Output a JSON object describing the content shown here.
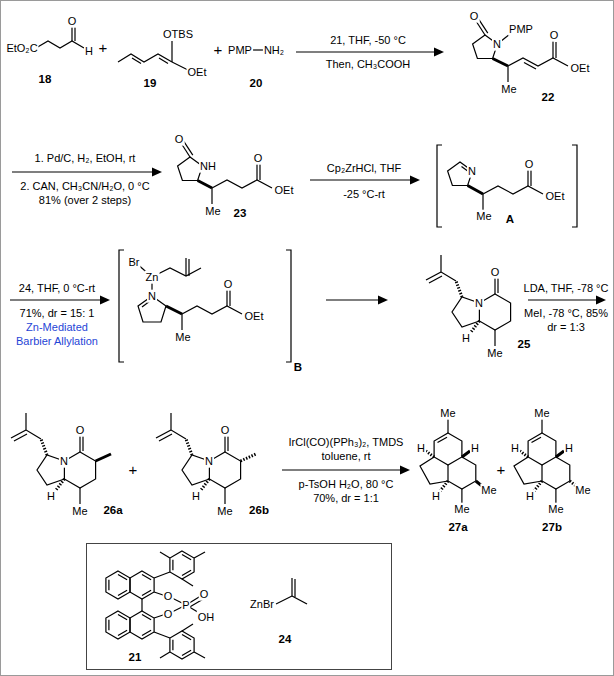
{
  "diagram": {
    "nodes": [
      {
        "text": [
          "O",
          "O",
          "P",
          "O",
          "OH",
          "21",
          "ZnBr",
          "24"
        ]
      }
    ],
    "labels": [
      "EtO₂C",
      "O",
      "H",
      "18",
      "+",
      "OTBS",
      "OEt",
      "19",
      "+",
      "PMP",
      "NH₂",
      "20",
      "21, THF, -50 °C",
      "Then, CH₃COOH",
      "O",
      "N",
      "PMP",
      "Me",
      "O",
      "OEt",
      "22",
      "1. Pd/C, H₂, EtOH, rt",
      "2. CAN, CH₃CN/H₂O, 0 °C",
      "81% (over 2 steps)",
      "O",
      "NH",
      "Me",
      "O",
      "OEt",
      "23",
      "Cp₂ZrHCl, THF",
      "-25 °C-rt",
      "N",
      "Me",
      "O",
      "OEt",
      "A",
      "24, THF, 0 °C-rt",
      "71%, dr = 15: 1",
      "Zn-Mediated",
      "Barbier Allylation",
      "Br",
      "Zn",
      "N",
      "Me",
      "O",
      "OEt",
      "B",
      "LDA, THF, -78 °C",
      "MeI, -78 °C, 85%",
      "dr = 1:3",
      "O",
      "N",
      "H",
      "Me",
      "25",
      "O",
      "N",
      "H",
      "Me",
      "26a",
      "+",
      "O",
      "N",
      "H",
      "Me",
      "26b",
      "IrCl(CO)(PPh₃)₂, TMDS",
      "toluene, rt",
      "p-TsOH H₂O, 80 °C",
      "70%, dr = 1:1",
      "Me",
      "H",
      "H",
      "H",
      "Me",
      "Me",
      "27a",
      "+",
      "Me",
      "H",
      "H",
      "H",
      "Me",
      "Me",
      "27b"
    ]
  }
}
